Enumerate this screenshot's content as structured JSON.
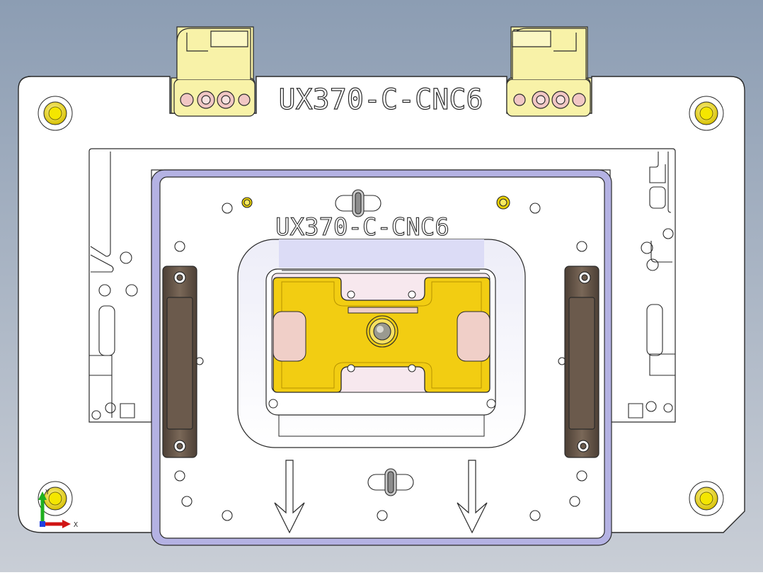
{
  "viewport": {
    "background_top": "#8c9db3",
    "background_bottom": "#c9ced6"
  },
  "drawing": {
    "base_plate_label": "UX370-C-CNC6",
    "inner_plate_label": "UX370-C-CNC6"
  },
  "colors": {
    "plate_fill": "#ffffff",
    "line": "#2a2a2a",
    "clamp_yellow": "#f8f2a8",
    "fixture_yellow": "#f2cd12",
    "pin_yellow": "#e9d000",
    "pin_pink": "#f1c7c4",
    "handle_brown": "#6b5a4c",
    "rim_lavender": "#b4b2e3",
    "part_pink": "#f0cfc8",
    "screw_gray": "#9a9a90"
  },
  "triad": {
    "x_label": "X",
    "y_label": "Y"
  }
}
